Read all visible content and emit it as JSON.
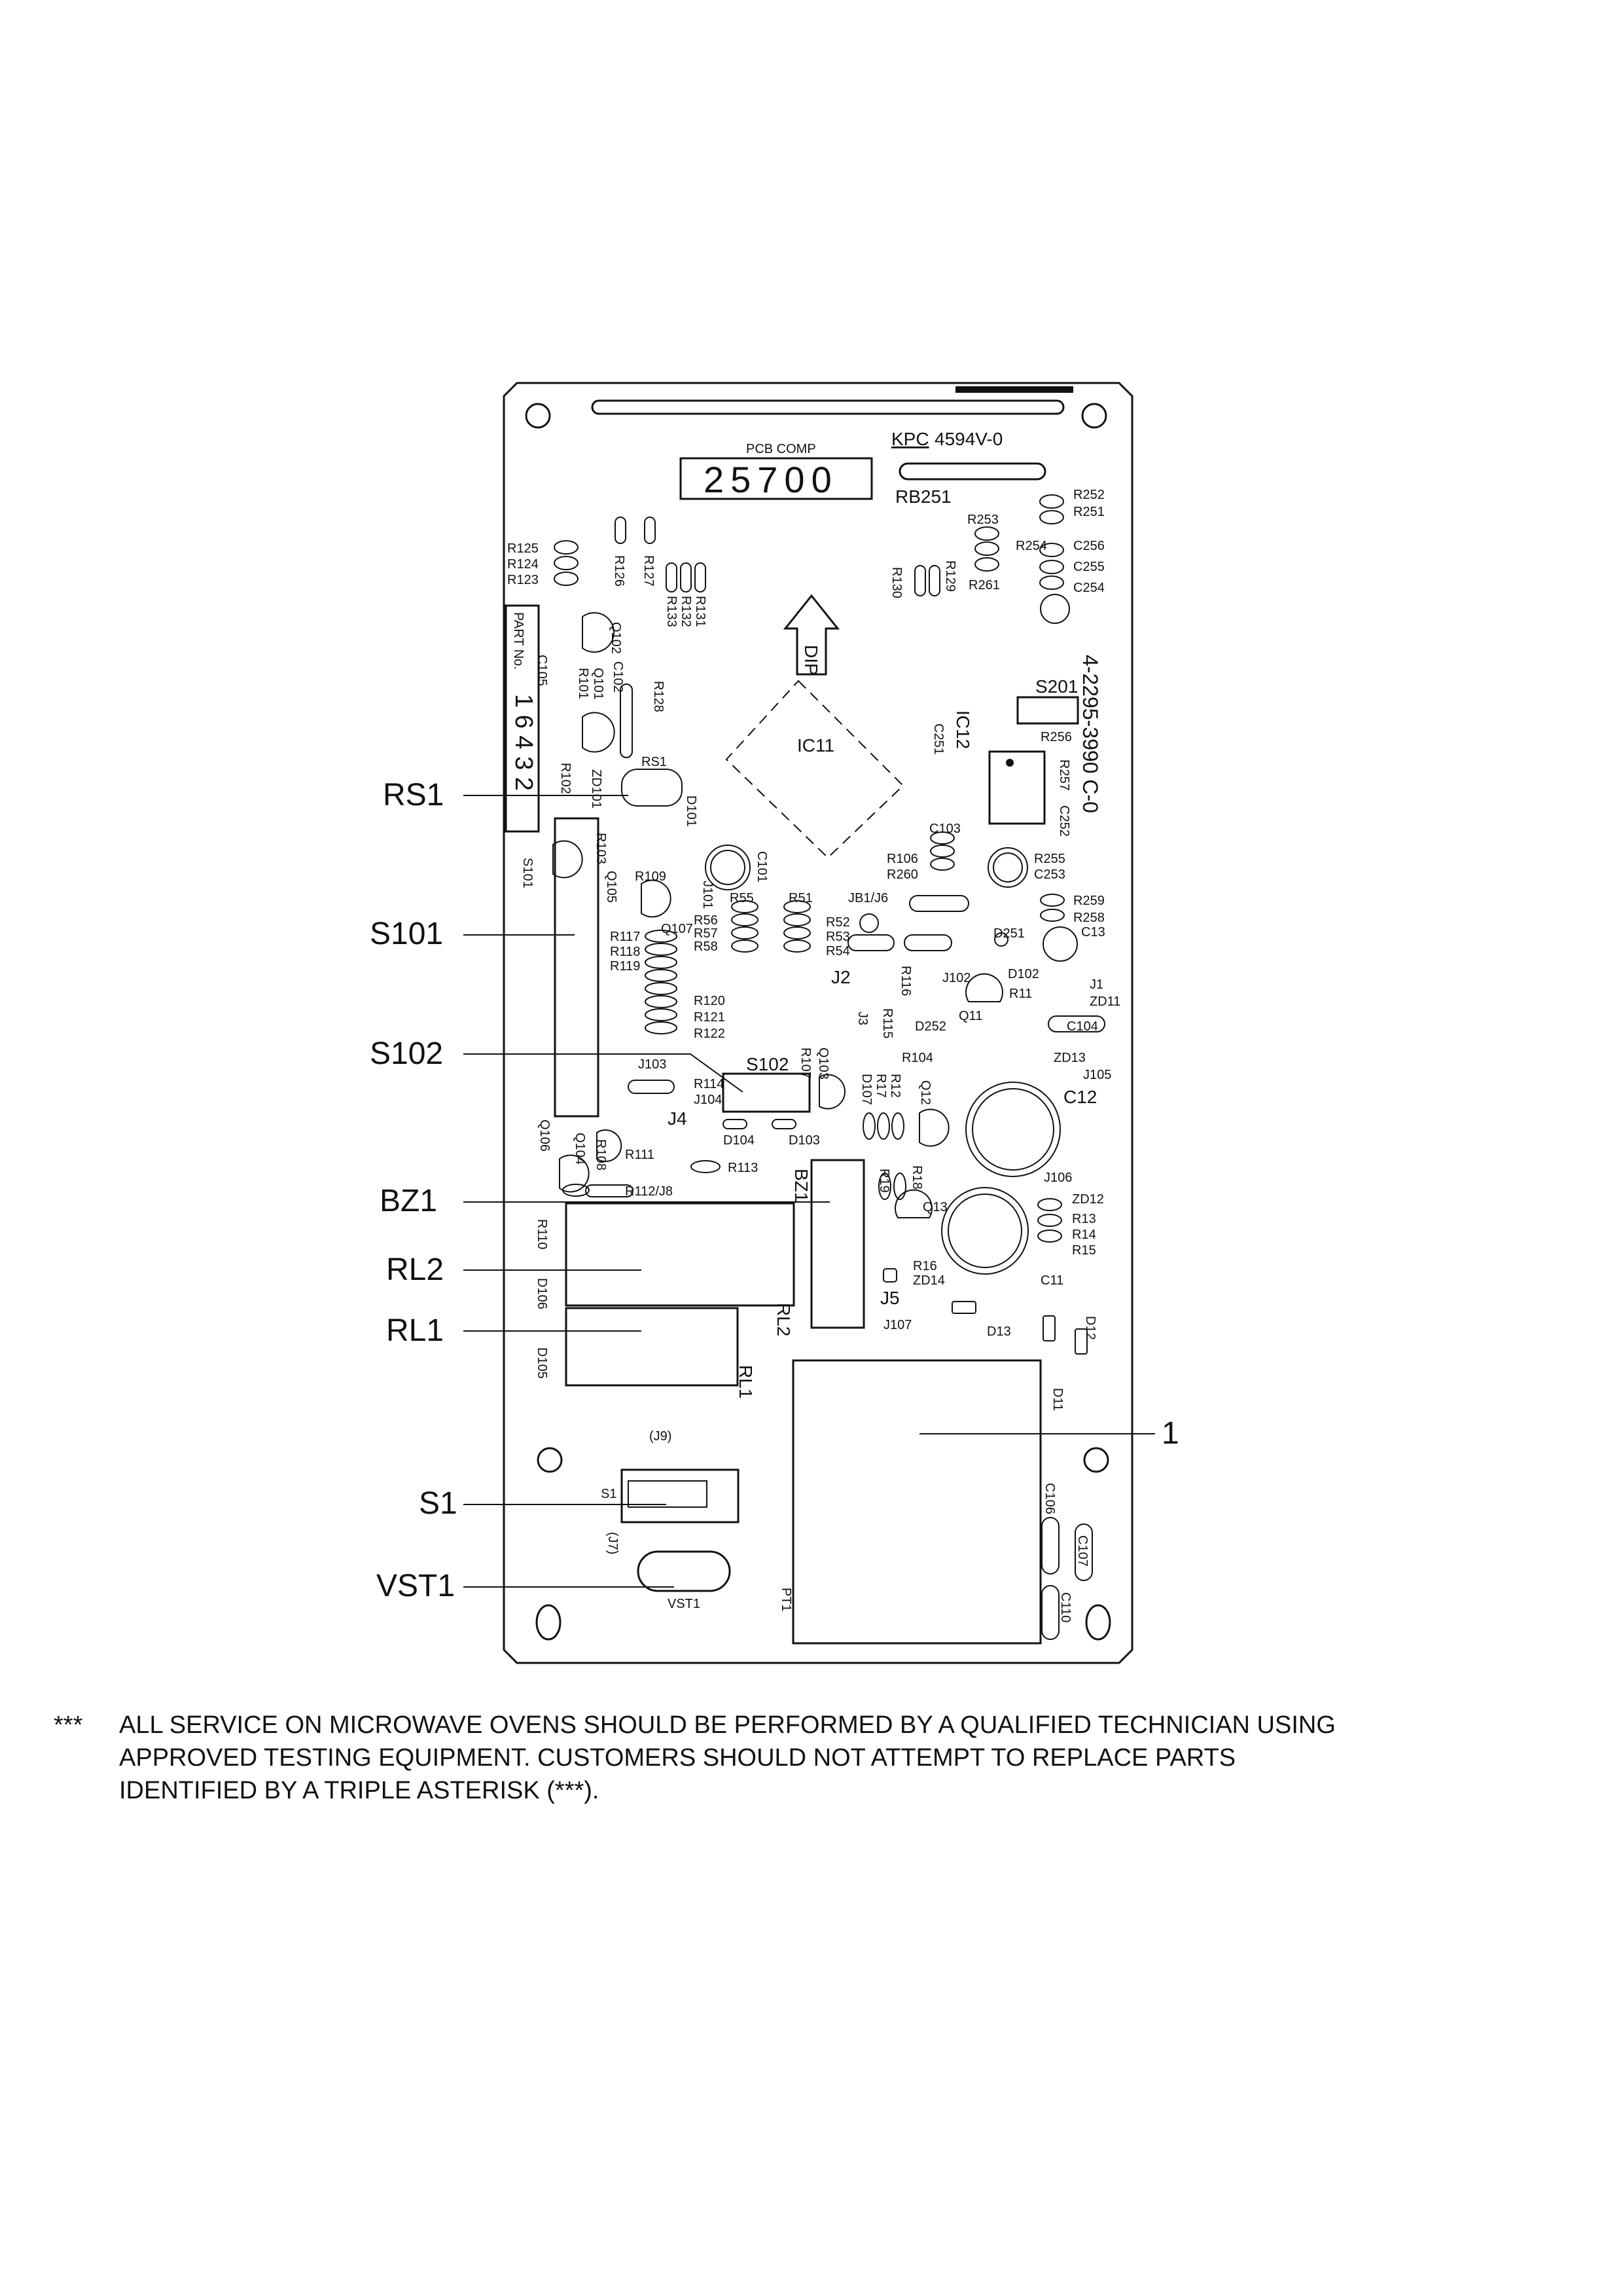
{
  "board": {
    "pcb_comp_label": "PCB COMP",
    "pcb_comp_number": "25700",
    "kpc_prefix": "KPC",
    "kpc_code": "4594V-0",
    "part_code_vertical": "4-2295-3990 C-0",
    "part_no_label": "PART No.",
    "part_no_digits": "1 6 4 3 2",
    "dip_label": "DIP",
    "ic11": "IC11",
    "ic12": "IC12"
  },
  "callouts": [
    {
      "id": "rs1",
      "label": "RS1"
    },
    {
      "id": "s101",
      "label": "S101"
    },
    {
      "id": "s102",
      "label": "S102"
    },
    {
      "id": "bz1",
      "label": "BZ1"
    },
    {
      "id": "rl2",
      "label": "RL2"
    },
    {
      "id": "rl1",
      "label": "RL1"
    },
    {
      "id": "s1",
      "label": "S1"
    },
    {
      "id": "vst1",
      "label": "VST1"
    },
    {
      "id": "pt1",
      "label": "1"
    }
  ],
  "component_labels": {
    "rb251": "RB251",
    "r252": "R252",
    "r251": "R251",
    "r253": "R253",
    "r254": "R254",
    "c256": "C256",
    "c255": "C255",
    "c254": "C254",
    "r261": "R261",
    "r130": "R130",
    "r129": "R129",
    "r125": "R125",
    "r124": "R124",
    "r123": "R123",
    "r126": "R126",
    "r127": "R127",
    "r133": "R133",
    "r132": "R132",
    "r131": "R131",
    "q102": "Q102",
    "c105": "C105",
    "r101": "R101",
    "q101": "Q101",
    "c102": "C102",
    "r128": "R128",
    "r102": "R102",
    "rs1_board": "RS1",
    "zd101": "ZD101",
    "d101": "D101",
    "r103": "R103",
    "q105": "Q105",
    "r109": "R109",
    "s101_board": "S101",
    "c101": "C101",
    "j101": "J101",
    "r55": "R55",
    "r51": "R51",
    "r56": "R56",
    "r57": "R57",
    "r58": "R58",
    "r52": "R52",
    "r53": "R53",
    "r54": "R54",
    "q107": "Q107",
    "r117": "R117",
    "r118": "R118",
    "r119": "R119",
    "r120": "R120",
    "r121": "R121",
    "r122": "R122",
    "j2": "J2",
    "j3": "J3",
    "r116": "R116",
    "r115": "R115",
    "s201": "S201",
    "r256": "R256",
    "r257": "R257",
    "c252": "C252",
    "c251": "C251",
    "c103": "C103",
    "r106": "R106",
    "r260": "R260",
    "r255": "R255",
    "c253": "C253",
    "jb1_j6": "JB1/J6",
    "r259": "R259",
    "r258": "R258",
    "c13": "C13",
    "d251": "D251",
    "d102": "D102",
    "j102": "J102",
    "j1": "J1",
    "r11": "R11",
    "zd11": "ZD11",
    "d252": "D252",
    "q11": "Q11",
    "c104": "C104",
    "zd13": "ZD13",
    "j105": "J105",
    "r104": "R104",
    "j103": "J103",
    "s102_board": "S102",
    "r114": "R114",
    "j104": "J104",
    "j4": "J4",
    "q103": "Q103",
    "r107": "R107",
    "d107": "D107",
    "r17": "R17",
    "r12": "R12",
    "q12": "Q12",
    "c12": "C12",
    "q106": "Q106",
    "q104": "Q104",
    "r108": "R108",
    "r111": "R111",
    "d104": "D104",
    "d103": "D103",
    "r113": "R113",
    "r112_j8": "R112/J8",
    "bz1_board": "BZ1",
    "r19": "R19",
    "r18": "R18",
    "j106": "J106",
    "zd12": "ZD12",
    "q13": "Q13",
    "r13": "R13",
    "r14": "R14",
    "r15": "R15",
    "r16": "R16",
    "zd14": "ZD14",
    "c11": "C11",
    "j5": "J5",
    "r110": "R110",
    "d106": "D106",
    "d105": "D105",
    "rl2_board": "RL2",
    "rl1_board": "RL1",
    "j107": "J107",
    "d13": "D13",
    "d11": "D11",
    "d12": "D12",
    "j9": "(J9)",
    "s1_board": "S1",
    "j7": "(J7)",
    "vst1_board": "VST1",
    "pt1_board": "PT1",
    "c106": "C106",
    "c107": "C107",
    "c110": "C110"
  },
  "footer": {
    "stars": "***",
    "line1": "ALL SERVICE ON MICROWAVE OVENS SHOULD BE PERFORMED BY A  QUALIFIED TECHNICIAN USING",
    "line2": "APPROVED TESTING EQUIPMENT.  CUSTOMERS SHOULD NOT ATTEMPT TO REPLACE PARTS",
    "line3": "IDENTIFIED BY A TRIPLE ASTERISK (***)."
  }
}
